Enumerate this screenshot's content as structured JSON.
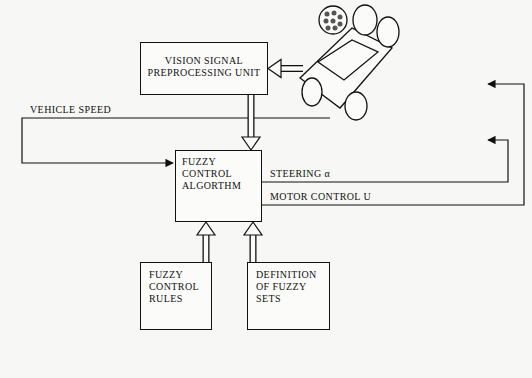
{
  "diagram": {
    "nodes": [
      {
        "text": [
          "VISION SIGNAL PREPROCESSING UNIT"
        ]
      },
      {
        "text": [
          "FUZZY CONTROL ALGORTHM"
        ]
      },
      {
        "text": [
          "FUZZY CONTROL RULES"
        ]
      },
      {
        "text": [
          "DEFINITION OF FUZZY SETS"
        ]
      }
    ],
    "edges": [
      {
        "from": 0,
        "to": 1,
        "arrow": "to"
      },
      {
        "from": 2,
        "to": 1,
        "arrow": "to"
      },
      {
        "from": 3,
        "to": 1,
        "arrow": "to"
      }
    ],
    "labels": [
      "VEHICLE SPEED",
      "STEERING α",
      "MOTOR CONTROL U"
    ]
  }
}
